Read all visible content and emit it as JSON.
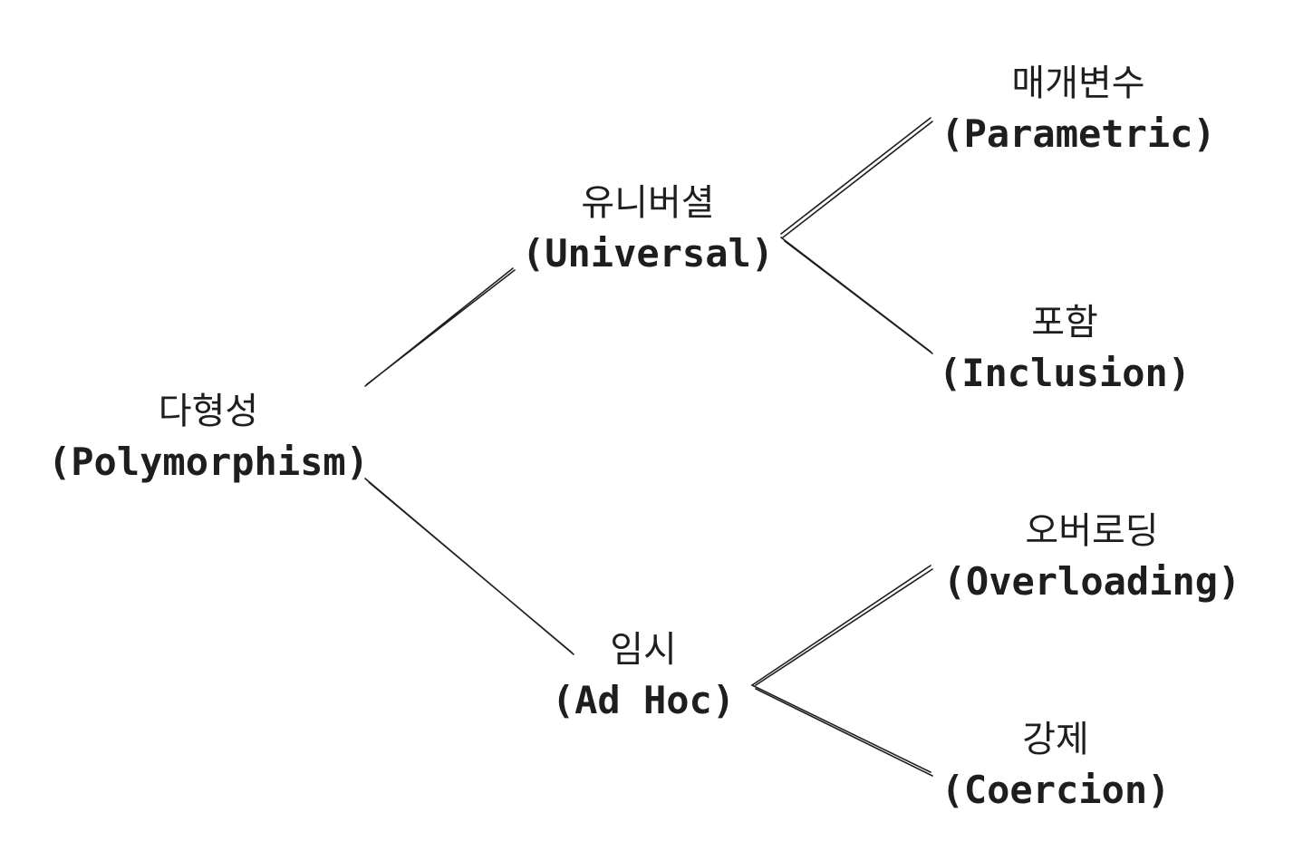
{
  "nodes": {
    "root": {
      "ko": "다형성",
      "en": "(Polymorphism)"
    },
    "universal": {
      "ko": "유니버셜",
      "en": "(Universal)"
    },
    "adhoc": {
      "ko": "임시",
      "en": "(Ad Hoc)"
    },
    "parametric": {
      "ko": "매개변수",
      "en": "(Parametric)"
    },
    "inclusion": {
      "ko": "포함",
      "en": "(Inclusion)"
    },
    "overloading": {
      "ko": "오버로딩",
      "en": "(Overloading)"
    },
    "coercion": {
      "ko": "강제",
      "en": "(Coercion)"
    }
  },
  "edges": [
    {
      "from": "root",
      "to": "universal"
    },
    {
      "from": "root",
      "to": "adhoc"
    },
    {
      "from": "universal",
      "to": "parametric"
    },
    {
      "from": "universal",
      "to": "inclusion"
    },
    {
      "from": "adhoc",
      "to": "overloading"
    },
    {
      "from": "adhoc",
      "to": "coercion"
    }
  ],
  "colors": {
    "stroke": "#1e1e1e",
    "text": "#1e1e1e",
    "background": "#ffffff"
  }
}
